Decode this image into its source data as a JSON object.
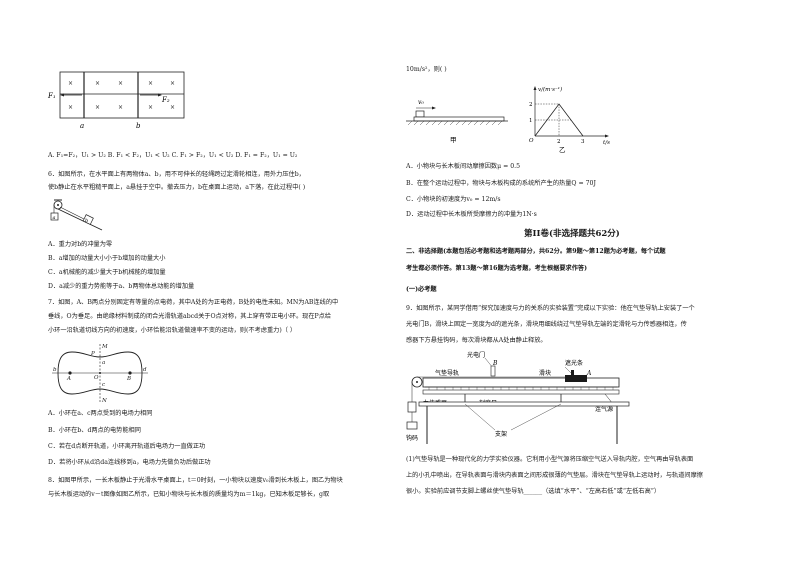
{
  "left": {
    "fig1": {
      "F1": "F₁",
      "F2": "F₂",
      "a": "a",
      "b": "b",
      "cross": "×"
    },
    "q5_options": "A. F₁=F₂，U₁ > U₂   B. F₁ < F₂，U₁ < U₂   C. F₁ > F₂，U₁ < U₂   D. F₁ = F₂，U₁ = U₂",
    "q6_line1": "6．如图所示，在水平面上有两物体a、b，用不可伸长的轻绳跨过定滑轮相连，用外力压住b，",
    "q6_line2": "使b静止在水平粗糙平面上，a悬挂于空中。撤去压力，b在桌面上运动，a下落，在此过程中(      )",
    "q6_fig": {
      "a": "a",
      "b": "b"
    },
    "q6_A": "A．重力对b的冲量为零",
    "q6_B": "B．a增加的动量大小小于b增加的动量大小",
    "q6_C": "C．a机械能的减少量大于b机械能的增加量",
    "q6_D": "D．a减少的重力势能等于a、b两物体总动能的增加量",
    "q7_line1": "7．如图，A、B两点分别固定有等量的点电荷，其中A处的为正电荷，B处的电性未知。MN为AB连线的中",
    "q7_line2": "垂线，O为垂足。由绝缘材料制成的闭合光滑轨道abcd关于O点对称，其上穿有带正电小环。现在P点给",
    "q7_line3": "小环一沿轨道切线方向的初速度，小环恰能沿轨道做速率不变的运动，则(不考虑重力)（    ）",
    "q7_fig": {
      "M": "M",
      "N": "N",
      "O": "O",
      "A": "A",
      "B": "B",
      "a": "a",
      "b": "b",
      "c": "c",
      "d": "d",
      "P": "P"
    },
    "q7_A": "A．小环在a、c两点受到的电场力相同",
    "q7_B": "B．小环在b、d两点的电势能相同",
    "q7_C": "C．若在d点断开轨道，小环离开轨道后电场力一直做正功",
    "q7_D": "D．若将小环从d沿da连线移到a，电场力先做负功后做正功",
    "q8_line1": "8．如图甲所示，一长木板静止于光滑水平桌面上，t＝0时刻，一小物块以速度v₀滑到长木板上，图乙为物块",
    "q8_line2": "与长木板运动的v－t图像如图乙所示，已知小物块与长木板的质量均为m＝1kg，已知木板足够长，g取"
  },
  "right": {
    "q8_cont": "10m/s²，则(        )",
    "fig_jia": {
      "v0": "v₀",
      "caption": "甲"
    },
    "fig_yi": {
      "ylabel": "v/(m·s⁻¹)",
      "y2": "2",
      "y1": "1",
      "origin": "O",
      "x2": "2",
      "x3": "3",
      "xlabel": "t/s",
      "caption": "乙"
    },
    "q8_A": "A．小物块与长木板间动摩擦因数μ = 0.5",
    "q8_B": "B．在整个运动过程中，物块与木板构成的系统所产生的热量Q = 70J",
    "q8_C": "C．小物块的初速度为v₀ = 12m/s",
    "q8_D": "D．运动过程中长木板所受摩擦力的冲量为1N·s",
    "section_title": "第II卷(非选择题共62分)",
    "sec2_line1": "二、非选择题(本题包括必考题和选考题两部分，共62分。第9题～第12题为必考题，每个试题",
    "sec2_line2": "考生都必须作答。第13题～第16题为选考题，考生根据要求作答)",
    "sub_title": "(一)必考题",
    "q9_line1": "9．如图所示，某同学借用“探究加速度与力的关系的实验装置”完成以下实验：他在气垫导轨上安装了一个",
    "q9_line2": "光电门B，滑块上固定一宽度为d的遮光条，滑块用细线绕过气垫导轨左端的定滑轮与力传感器相连，传",
    "q9_line3": "感器下方悬挂钩码，每次滑块都从A处由静止释放。",
    "apparatus": {
      "photogate": "光电门",
      "B": "B",
      "shade": "遮光条",
      "air_track": "气垫导轨",
      "slider": "滑块",
      "A": "A",
      "sensor": "力传感器",
      "ruler": "刻度尺",
      "air_source": "连气源",
      "stand": "支架",
      "hook": "钩码"
    },
    "q9_1_line1": "(1)气垫导轨是一种现代化的力学实验仪器。它利用小型气源将压缩空气送入导轨内腔，空气再由导轨表面",
    "q9_1_line2": "上的小孔中喷出，在导轨表面与滑块内表面之间形成很薄的气垫层。滑块在气垫导轨上运动时，与轨道间摩擦",
    "q9_1_line3": "很小。实验前应调节支脚上螺丝使气垫导轨______（选填“水平”、“左高右低”或“左低右高”）"
  }
}
